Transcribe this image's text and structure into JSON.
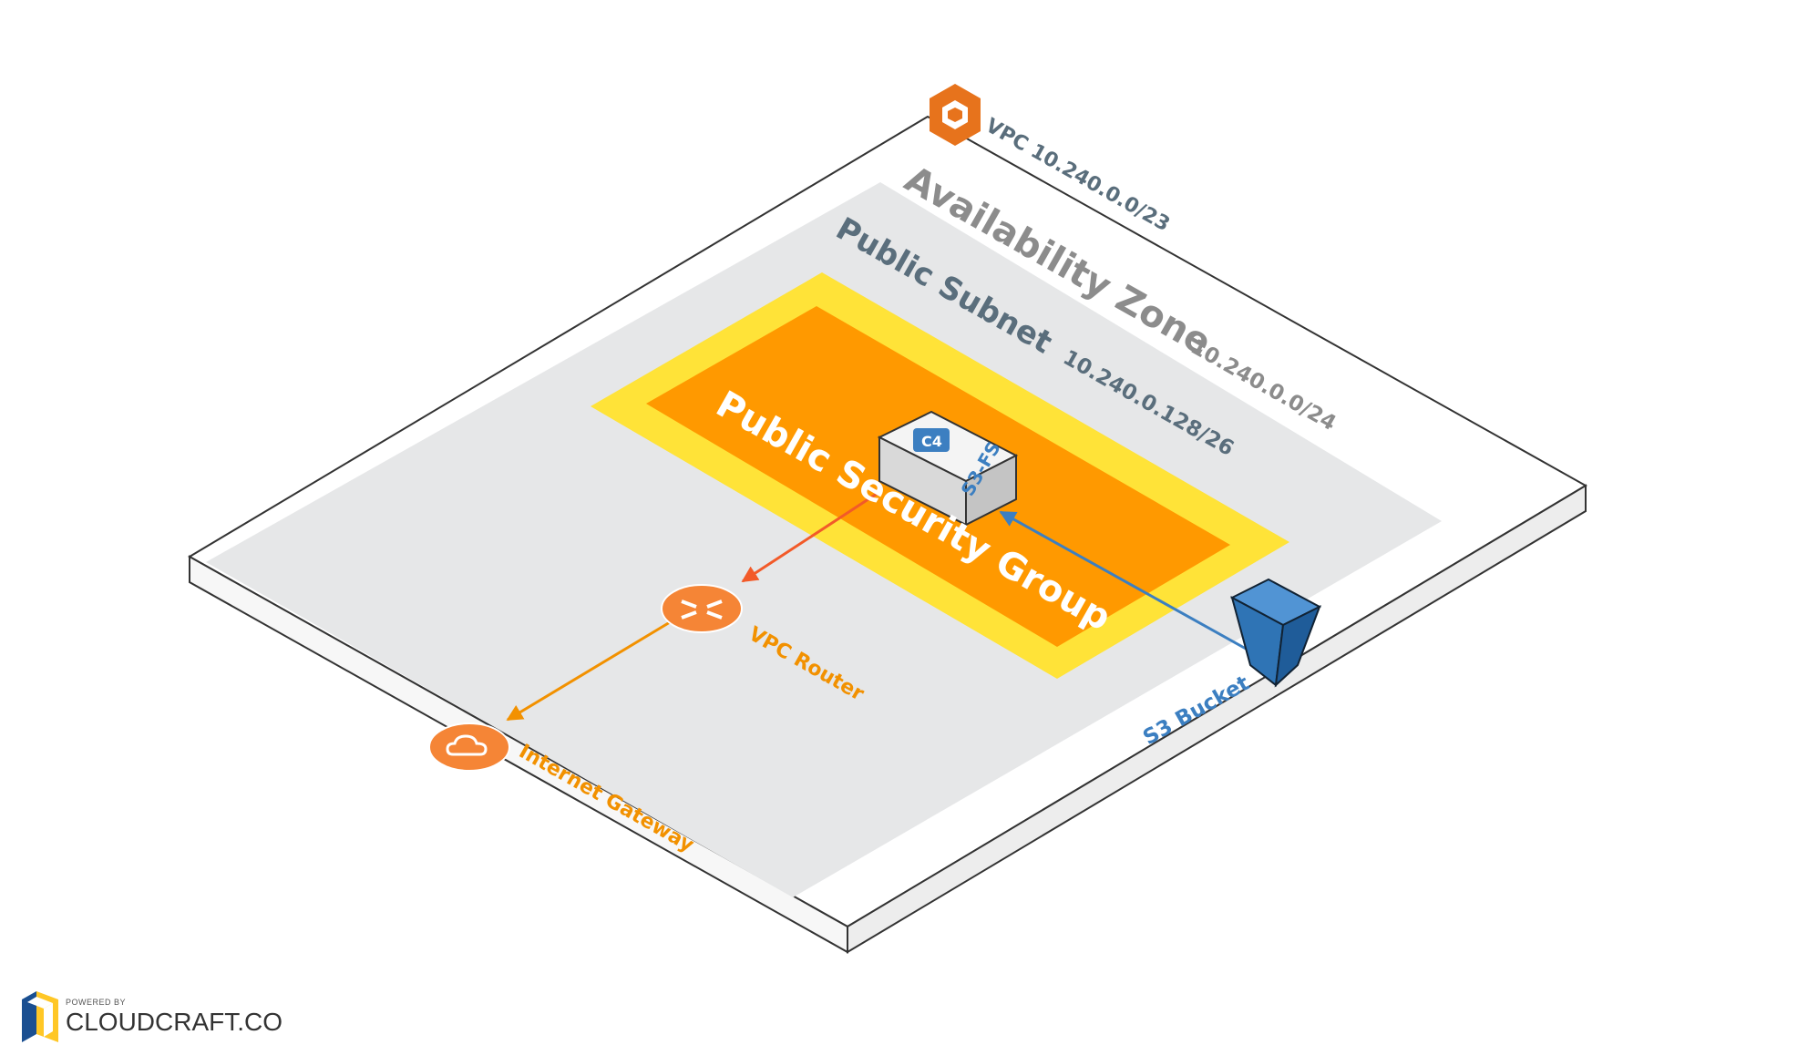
{
  "vpc": {
    "label": "VPC 10.240.0.0/23"
  },
  "availability_zone": {
    "label": "Availability Zone",
    "cidr": "10.240.0.0/24"
  },
  "public_subnet": {
    "label": "Public Subnet",
    "cidr": "10.240.0.128/26"
  },
  "security_group": {
    "label": "Public Security Group"
  },
  "instance": {
    "type_badge": "C4",
    "name": "S3-FS"
  },
  "vpc_router": {
    "label": "VPC Router"
  },
  "internet_gateway": {
    "label": "Internet Gateway"
  },
  "s3_bucket": {
    "label": "S3 Bucket"
  },
  "branding": {
    "powered_by": "POWERED BY",
    "name": "CLOUDCRAFT.CO"
  },
  "colors": {
    "orange": "#f29100",
    "red_arrow": "#f25a29",
    "blue": "#3c7fc1",
    "label_gray": "#5a6e7c",
    "zone_gray": "#e6e7e8",
    "yellow": "#ffe338"
  },
  "icons": [
    "vpc-icon",
    "router-icon",
    "internet-gateway-icon",
    "s3-bucket-icon",
    "cloudcraft-logo-icon"
  ]
}
